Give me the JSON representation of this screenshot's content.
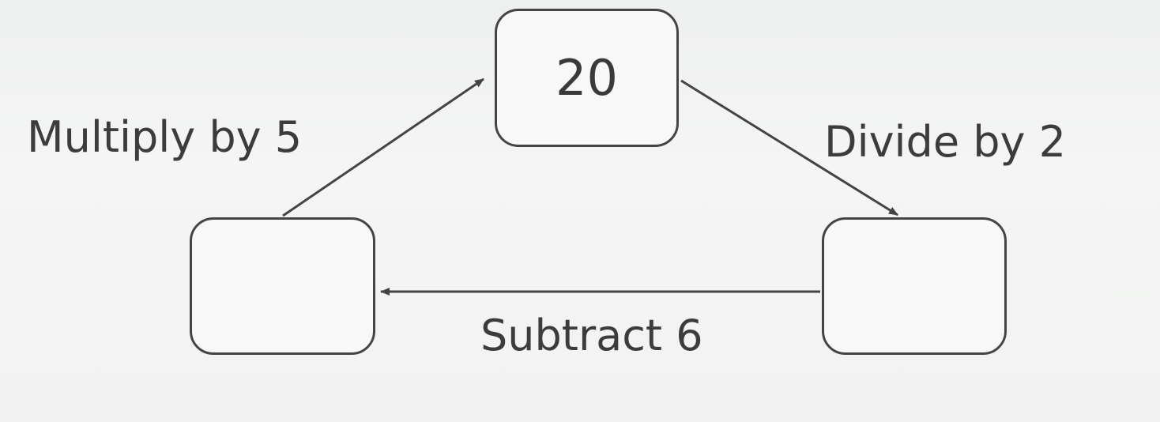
{
  "boxes": {
    "top_value": "20",
    "left_value": "",
    "right_value": ""
  },
  "operations": {
    "multiply": "Multiply by 5",
    "divide": "Divide by 2",
    "subtract": "Subtract 6"
  },
  "colors": {
    "stroke": "#444444",
    "text": "#3a3a3a",
    "background": "#f2f3f2"
  }
}
